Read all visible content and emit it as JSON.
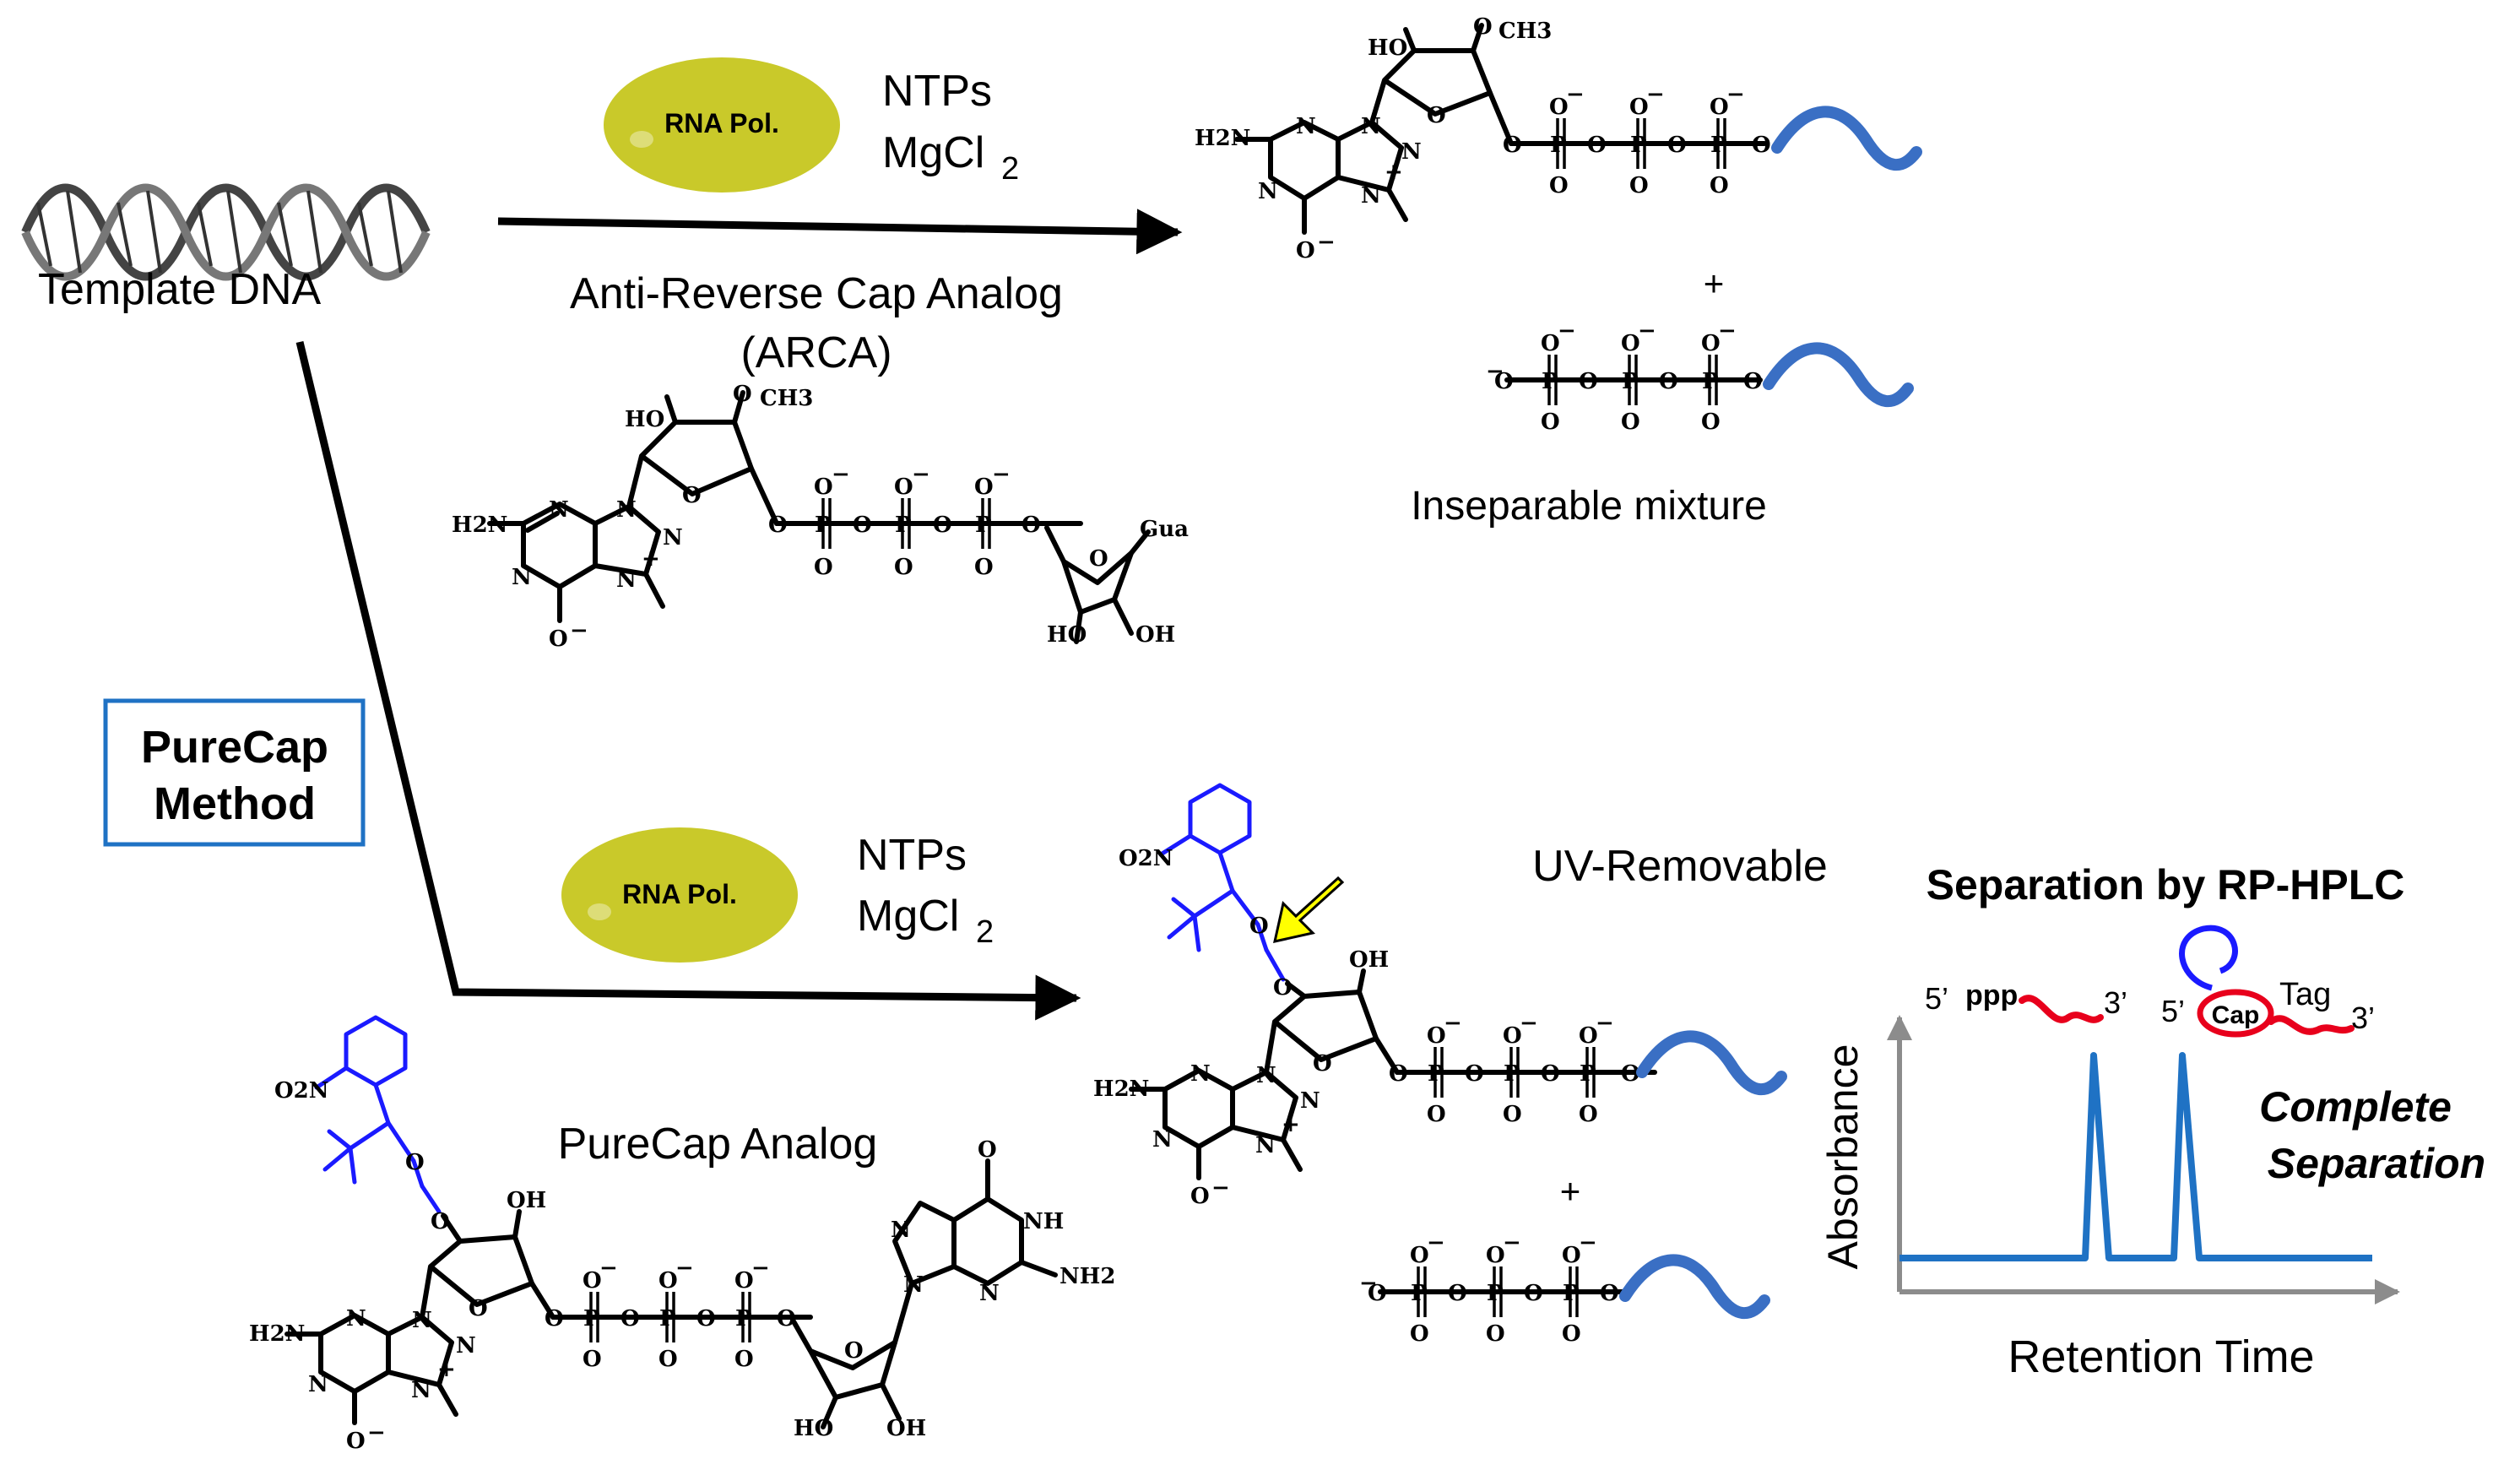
{
  "colors": {
    "ink": "#000000",
    "rna_blue": "#3a6fc4",
    "rna_red": "#e8001c",
    "enzyme": "#c9c92a",
    "chem_blue": "#1a1aff",
    "arrow_yellow": "#ffff00",
    "accent_blue": "#1f72c4",
    "axis_gray": "#8c8c8c"
  },
  "top": {
    "template_label": "Template DNA",
    "enzyme": "RNA Pol.",
    "reagent1": "NTPs",
    "reagent2_base": "MgCl",
    "reagent2_sub": "2",
    "analog_line1": "Anti-Reverse Cap Analog",
    "analog_line2": "(ARCA)",
    "plus": "+",
    "product_note": "Inseparable mixture"
  },
  "method": {
    "line1": "PureCap",
    "line2": "Method"
  },
  "bottom": {
    "enzyme": "RNA Pol.",
    "reagent1": "NTPs",
    "reagent2_base": "MgCl",
    "reagent2_sub": "2",
    "analog_label": "PureCap Analog",
    "uv_label": "UV-Removable",
    "plus": "+"
  },
  "chem": {
    "H2N": "H2N",
    "N": "N",
    "O": "O",
    "P": "P",
    "Ominus": "O−",
    "minus": "−",
    "plus_sup": "+",
    "HO": "HO",
    "OH": "OH",
    "CH3": "CH3",
    "Gua": "Gua",
    "O2N": "O2N",
    "NH": "NH",
    "NH2": "NH2"
  },
  "hplc": {
    "title": "Separation by RP-HPLC",
    "xlabel": "Retention Time",
    "ylabel": "Absorbance",
    "peak1_5": "5’",
    "peak1_ppp": "ppp",
    "peak1_3": "3’",
    "peak2_5": "5’",
    "peak2_cap": "Cap",
    "peak2_tag": "Tag",
    "peak2_3": "3’",
    "result1": "Complete",
    "result2": "Separation"
  },
  "chart_data": {
    "type": "line",
    "xlabel": "Retention Time",
    "ylabel": "Absorbance",
    "title": "Separation by RP-HPLC",
    "series": [
      {
        "values": [
          0,
          0,
          1,
          0,
          0,
          1,
          0,
          0
        ]
      }
    ]
  }
}
